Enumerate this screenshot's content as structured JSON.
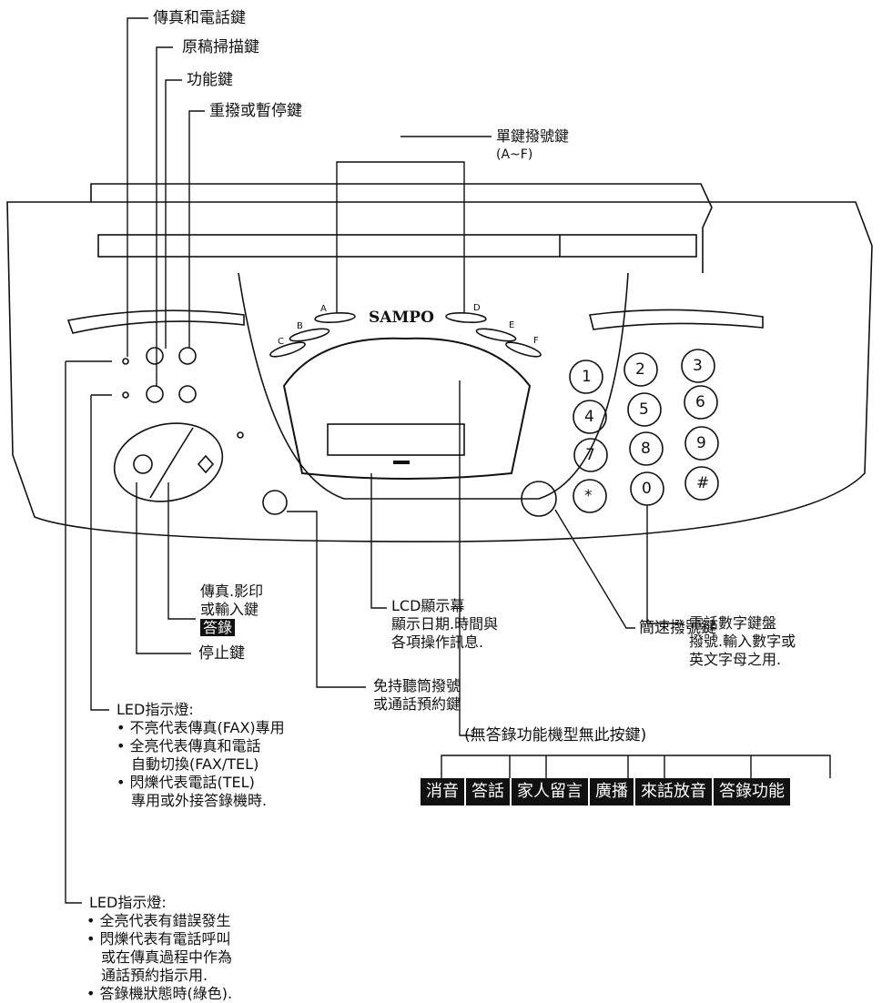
{
  "labels": {
    "fax_tel_key": "傳真和電話鍵",
    "scan_key": "原稿掃描鍵",
    "function_key": "功能鍵",
    "redial_pause_key": "重撥或暫停鍵",
    "one_touch_keys": "單鍵撥號鍵",
    "one_touch_range": "(A~F)",
    "fax_copy_enter_key": [
      "傳真.影印",
      "或輸入鍵"
    ],
    "fax_copy_enter_badge": "答錄",
    "stop_key": "停止鍵",
    "lcd": [
      "LCD顯示幕",
      "顯示日期.時間與",
      "各項操作訊息."
    ],
    "handsfree_key": [
      "免持聽筒撥號",
      "或通話預約鍵"
    ],
    "keypad": [
      "電話數字鍵盤",
      "撥號.輸入數字或",
      "英文字母之用."
    ],
    "speed_dial_key": "簡速撥號鍵",
    "led1": [
      "LED指示燈:",
      "• 不亮代表傳真(FAX)專用",
      "• 全亮代表傳真和電話",
      "自動切換(FAX/TEL)",
      "• 閃爍代表電話(TEL)",
      "專用或外接答錄機時."
    ],
    "led2": [
      "LED指示燈:",
      "• 全亮代表有錯誤發生",
      "• 閃爍代表有電話呼叫",
      "或在傳真過程中作為",
      "通話預約指示用.",
      "• 答錄機狀態時(綠色)."
    ],
    "no_answering_note": "(無答錄功能機型無此按鍵)"
  },
  "answering_keys": [
    "消音",
    "答話",
    "家人留言",
    "廣播",
    "來話放音",
    "答錄功能"
  ],
  "device": {
    "brand": "SAMPO",
    "one_touch_letters": [
      "A",
      "B",
      "C",
      "D",
      "E",
      "F"
    ],
    "keypad_keys": [
      "1",
      "2",
      "3",
      "4",
      "5",
      "6",
      "7",
      "8",
      "9",
      "*",
      "0",
      "#"
    ]
  }
}
